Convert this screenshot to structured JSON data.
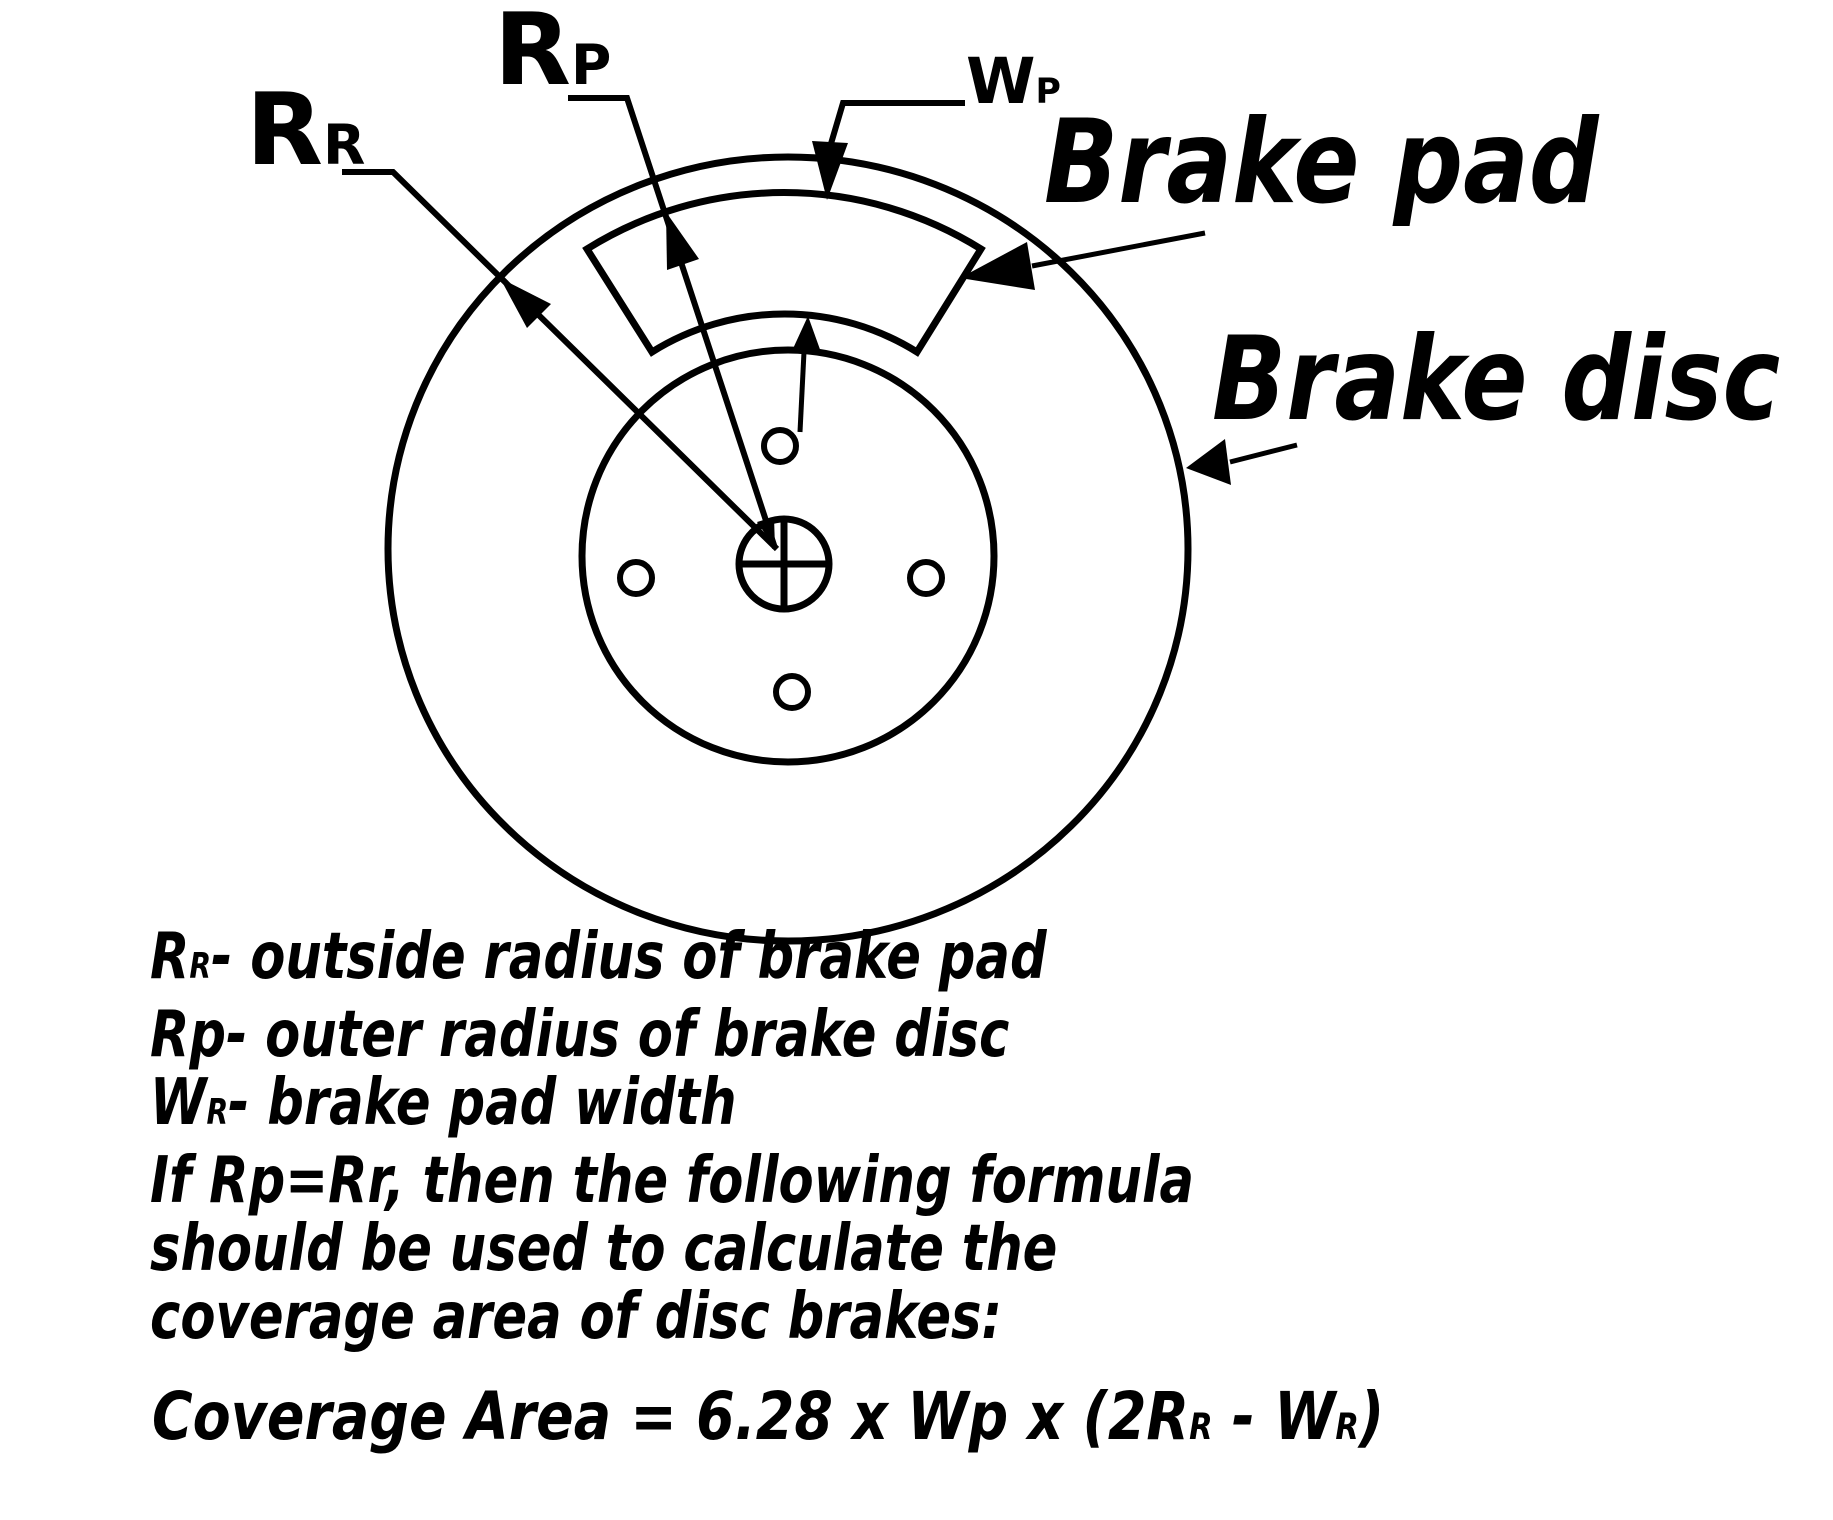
{
  "colors": {
    "ink": "#000000",
    "background": "#ffffff"
  },
  "labels": {
    "rr": [
      "R",
      {
        "sub": "R"
      }
    ],
    "rp": [
      "R",
      {
        "sub": "P"
      }
    ],
    "wp": [
      "W",
      {
        "sub": "P"
      }
    ],
    "brake_pad": "Brake pad",
    "brake_disc": "Brake disc"
  },
  "legend_lines": [
    [
      "R",
      {
        "sub": "R"
      },
      "- outside radius of brake pad"
    ],
    [
      "Rp- outer radius of brake disc"
    ],
    [
      "W",
      {
        "sub": "R"
      },
      "- brake pad width"
    ],
    [
      "If Rp=Rr, then the following formula"
    ],
    [
      "should be used to calculate the"
    ],
    [
      "coverage area of disc brakes:"
    ]
  ],
  "formula": [
    "Coverage Area = 6.28 x Wp x (2R",
    {
      "sub": "R"
    },
    " - W",
    {
      "sub": "R"
    },
    ")"
  ]
}
